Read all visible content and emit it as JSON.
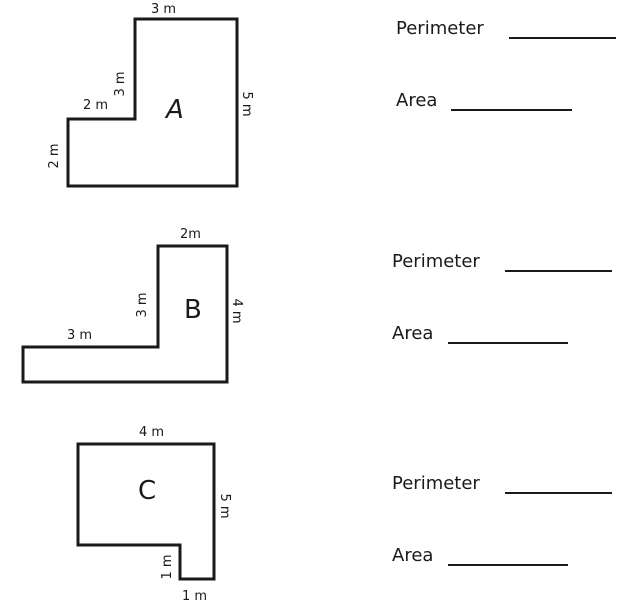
{
  "shapes": [
    {
      "label": "A",
      "dims": {
        "top": "3 m",
        "upper_left_vertical": "3 m",
        "step_horizontal": "2 m",
        "left": "2 m",
        "right": "5 m"
      },
      "perimeter_label": "Perimeter",
      "area_label": "Area",
      "perimeter_value": "",
      "area_value": ""
    },
    {
      "label": "B",
      "dims": {
        "top": "2m",
        "inner_vertical": "3 m",
        "step_horizontal": "3 m",
        "right": "4 m"
      },
      "perimeter_label": "Perimeter",
      "area_label": "Area",
      "perimeter_value": "",
      "area_value": ""
    },
    {
      "label": "C",
      "dims": {
        "top": "4 m",
        "right": "5 m",
        "notch_vertical": "1 m",
        "bottom": "1 m"
      },
      "perimeter_label": "Perimeter",
      "area_label": "Area",
      "perimeter_value": "",
      "area_value": ""
    }
  ],
  "colors": {
    "ink": "#1a1a1a",
    "background": "#ffffff"
  }
}
